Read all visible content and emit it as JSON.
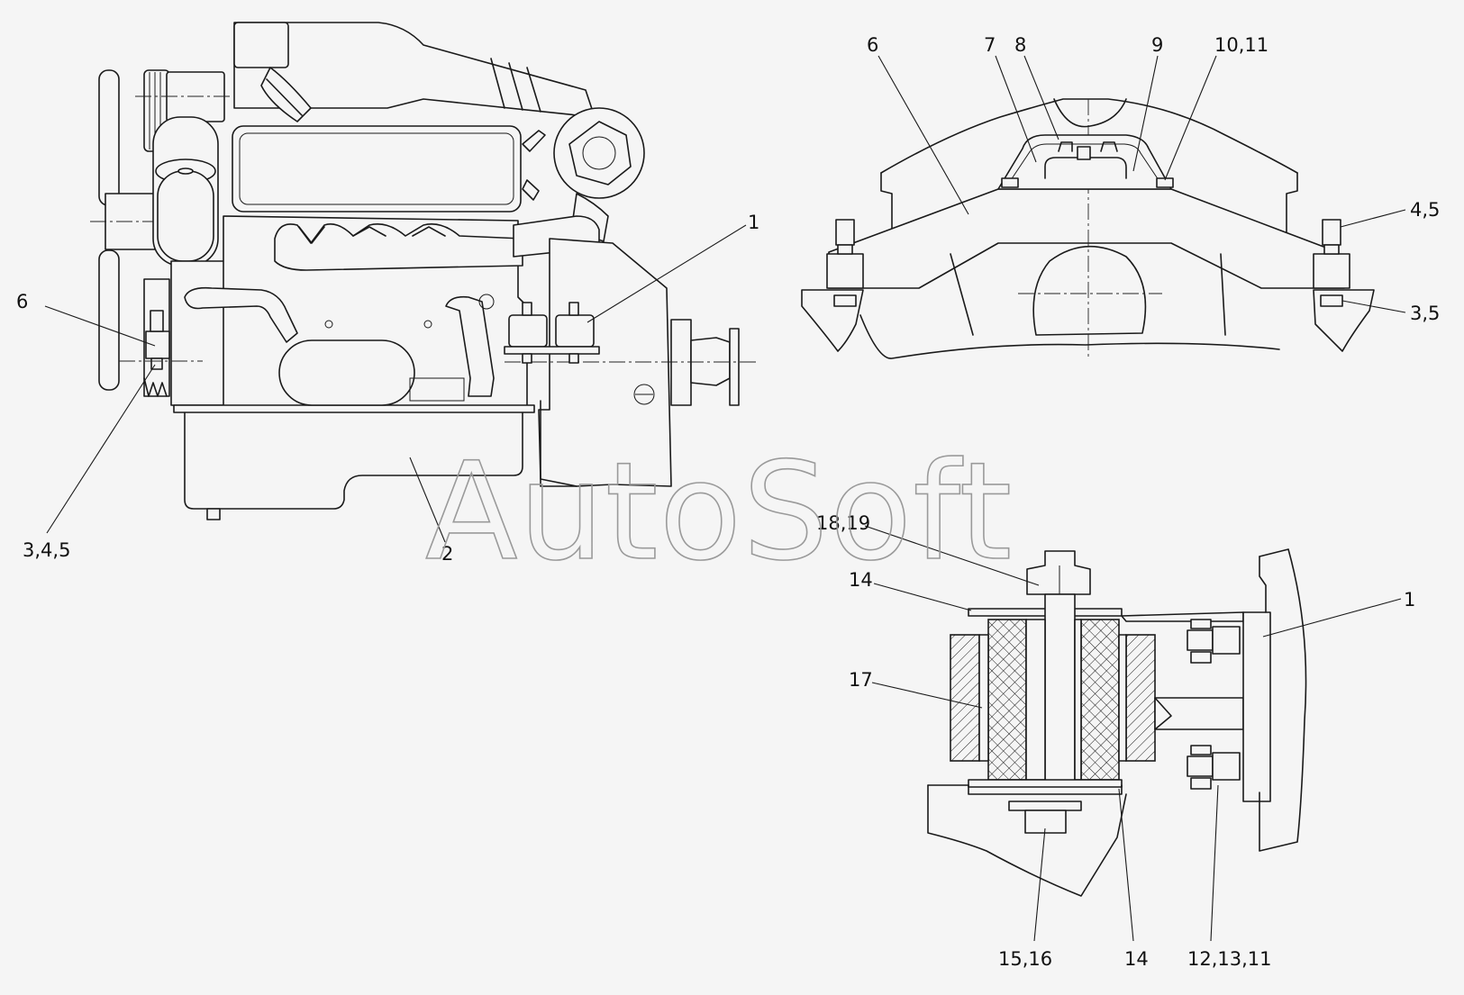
{
  "watermark": "AutoSoft",
  "views": {
    "side": {
      "callouts": {
        "c6": "6",
        "c345": "3,4,5",
        "c2": "2",
        "c1": "1"
      }
    },
    "front": {
      "callouts": {
        "c6": "6",
        "c7": "7",
        "c8": "8",
        "c9": "9",
        "c1011": "10,11",
        "c45": "4,5",
        "c35": "3,5"
      }
    },
    "detail": {
      "callouts": {
        "c1819": "18,19",
        "c14top": "14",
        "c17": "17",
        "c1": "1",
        "c1516": "15,16",
        "c14bot": "14",
        "c121311": "12,13,11"
      }
    }
  },
  "colors": {
    "background": "#f5f5f5",
    "line": "#1a1a1a",
    "watermark": "#9a9a9a"
  }
}
